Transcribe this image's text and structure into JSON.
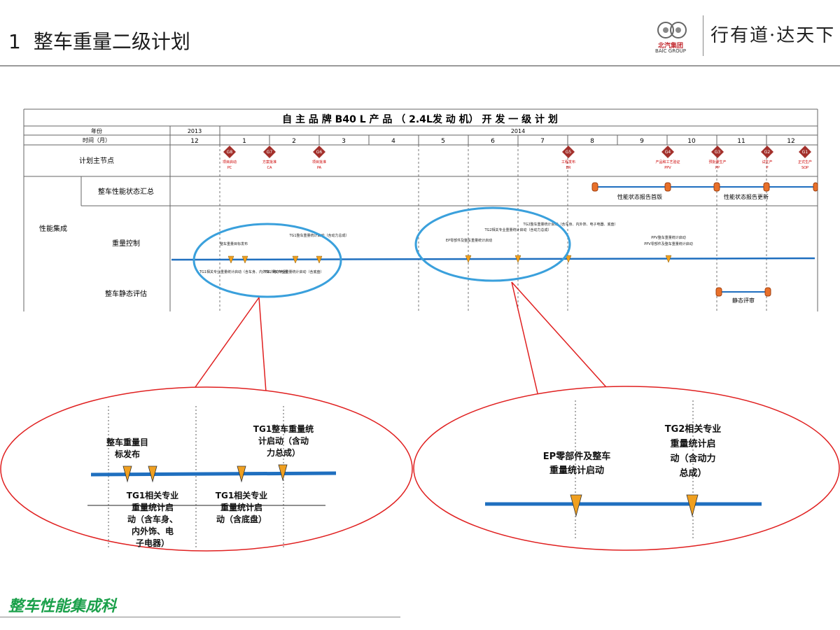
{
  "header": {
    "number": "1",
    "title": "整车重量二级计划",
    "logo_text": "北汽集团",
    "logo_sub": "BAIC GROUP",
    "slogan": "行有道·达天下"
  },
  "table": {
    "title": "自 主 品 牌 B40 L 产 品 （ 2.4L发 动 机） 开 发 一 级 计 划",
    "year_label": "年份",
    "time_label": "时间（月）",
    "year_2013": "2013",
    "year_2014": "2014",
    "months": [
      "12",
      "1",
      "2",
      "3",
      "4",
      "5",
      "6",
      "7",
      "8",
      "9",
      "10",
      "11",
      "12"
    ],
    "row_plan": "计划主节点",
    "row_status": "整车性能状态汇总",
    "row_integration": "性能集成",
    "row_weight": "重量控制",
    "row_static": "整车静态评估",
    "gates": [
      {
        "code": "G8",
        "top": "项目启动",
        "bottom": "PC"
      },
      {
        "code": "G7",
        "top": "方案批准",
        "bottom": "CA"
      },
      {
        "code": "G6",
        "top": "项目批准",
        "bottom": "PA"
      },
      {
        "code": "G5",
        "top": "工程发布",
        "bottom": "ER"
      },
      {
        "code": "G4",
        "top": "产品和工艺验证",
        "bottom": "PPV"
      },
      {
        "code": "G3",
        "top": "预批量生产",
        "bottom": "PP"
      },
      {
        "code": "G2",
        "top": "试生产",
        "bottom": "P"
      },
      {
        "code": "G1",
        "top": "正式生产",
        "bottom": "SOP"
      }
    ],
    "status_label_1": "性能状态报告首版",
    "status_label_2": "性能状态报告更新",
    "static_label": "静态评审",
    "small_notes": {
      "w1": "整车重量目标发布",
      "w2": "TG1整车重量统计启动（含动力总成）",
      "w3": "TG1相关专业重量统计启动（含车身、内外饰、电子电器）",
      "w4": "TG1相关专业重量统计启动（含底盘）",
      "w5": "EP零部件及整车重量统计启动",
      "w6": "TG2相关专业重量统计启动（含动力总成）",
      "w7": "TG2整车重量统计启动（含车身、内外饰、电子电器、底盘）",
      "w8": "PPV整车重量统计启动",
      "w9": "PPV零部件及整车重量统计启动"
    }
  },
  "zoom_left": {
    "label_target": [
      "整车重量目",
      "标发布"
    ],
    "label_tg1_total": [
      "TG1整车重量统",
      "计启动（含动",
      "力总成）"
    ],
    "label_tg1_body": [
      "TG1相关专业",
      "重量统计启",
      "动（含车身、",
      "内外饰、电",
      "子电器）"
    ],
    "label_tg1_chassis": [
      "TG1相关专业",
      "重量统计启",
      "动（含底盘）"
    ]
  },
  "zoom_right": {
    "label_ep": [
      "EP零部件及整车",
      "重量统计启动"
    ],
    "label_tg2": [
      "TG2相关专业",
      "重量统计启",
      "动（含动力",
      "总成）"
    ]
  },
  "footer": {
    "department": "整车性能集成科"
  },
  "colors": {
    "timeline": "#1f6fbf",
    "gate": "#a3302b",
    "milestone": "#f0a020",
    "highlight": "#3aa0dc",
    "callout": "#e02020",
    "footer": "#1aa04a"
  }
}
